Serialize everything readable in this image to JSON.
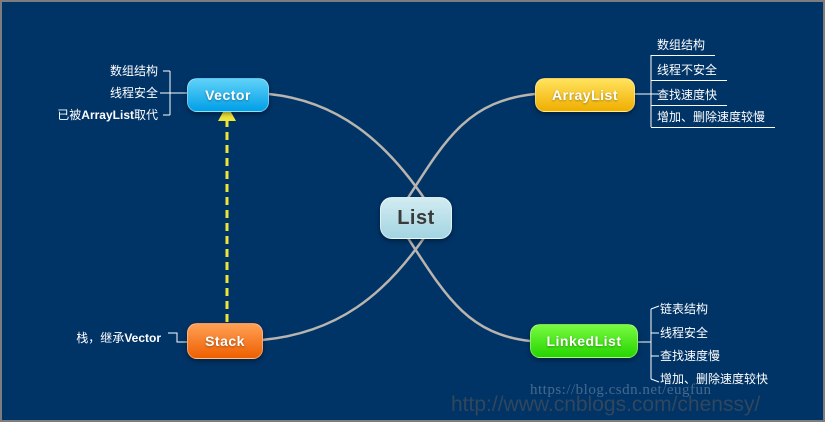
{
  "canvas": {
    "background": "#003366",
    "frame_color": "#7d7d7d"
  },
  "center_node": {
    "label": "List",
    "fill_top": "#d2ebf1",
    "fill_bottom": "#a3d5e2",
    "text_color": "#3a3a3a"
  },
  "nodes": {
    "vector": {
      "label": "Vector",
      "fill_top": "#5fd2f8",
      "fill_bottom": "#019fe8"
    },
    "arraylist": {
      "label": "ArrayList",
      "fill_top": "#ffe35e",
      "fill_bottom": "#f0ae00"
    },
    "stack": {
      "label": "Stack",
      "fill_top": "#ffa055",
      "fill_bottom": "#ee5f00"
    },
    "linkedlist": {
      "label": "LinkedList",
      "fill_top": "#79fa40",
      "fill_bottom": "#25d500"
    }
  },
  "notes": {
    "vector": {
      "n1": "数组结构",
      "n2": "线程安全",
      "n3_pre": "已被",
      "n3_bold": "ArrayList",
      "n3_post": "取代"
    },
    "arraylist": {
      "n1": "数组结构",
      "n2": "线程不安全",
      "n3": "查找速度快",
      "n4": "增加、删除速度较慢"
    },
    "stack": {
      "pre": "栈，继承",
      "bold": "Vector",
      "post": ""
    },
    "linkedlist": {
      "n1": "链表结构",
      "n2": "线程安全",
      "n3": "查找速度慢",
      "n4": "增加、删除速度较快"
    }
  },
  "edges": {
    "branch_color": "#b8b4ae",
    "bracket_color": "#ffffff",
    "inheritance_arrow_color": "#efe53a"
  },
  "watermarks": {
    "primary": "http://www.cnblogs.com/chenssy/",
    "secondary": "https://blog.csdn.net/eugfun"
  }
}
